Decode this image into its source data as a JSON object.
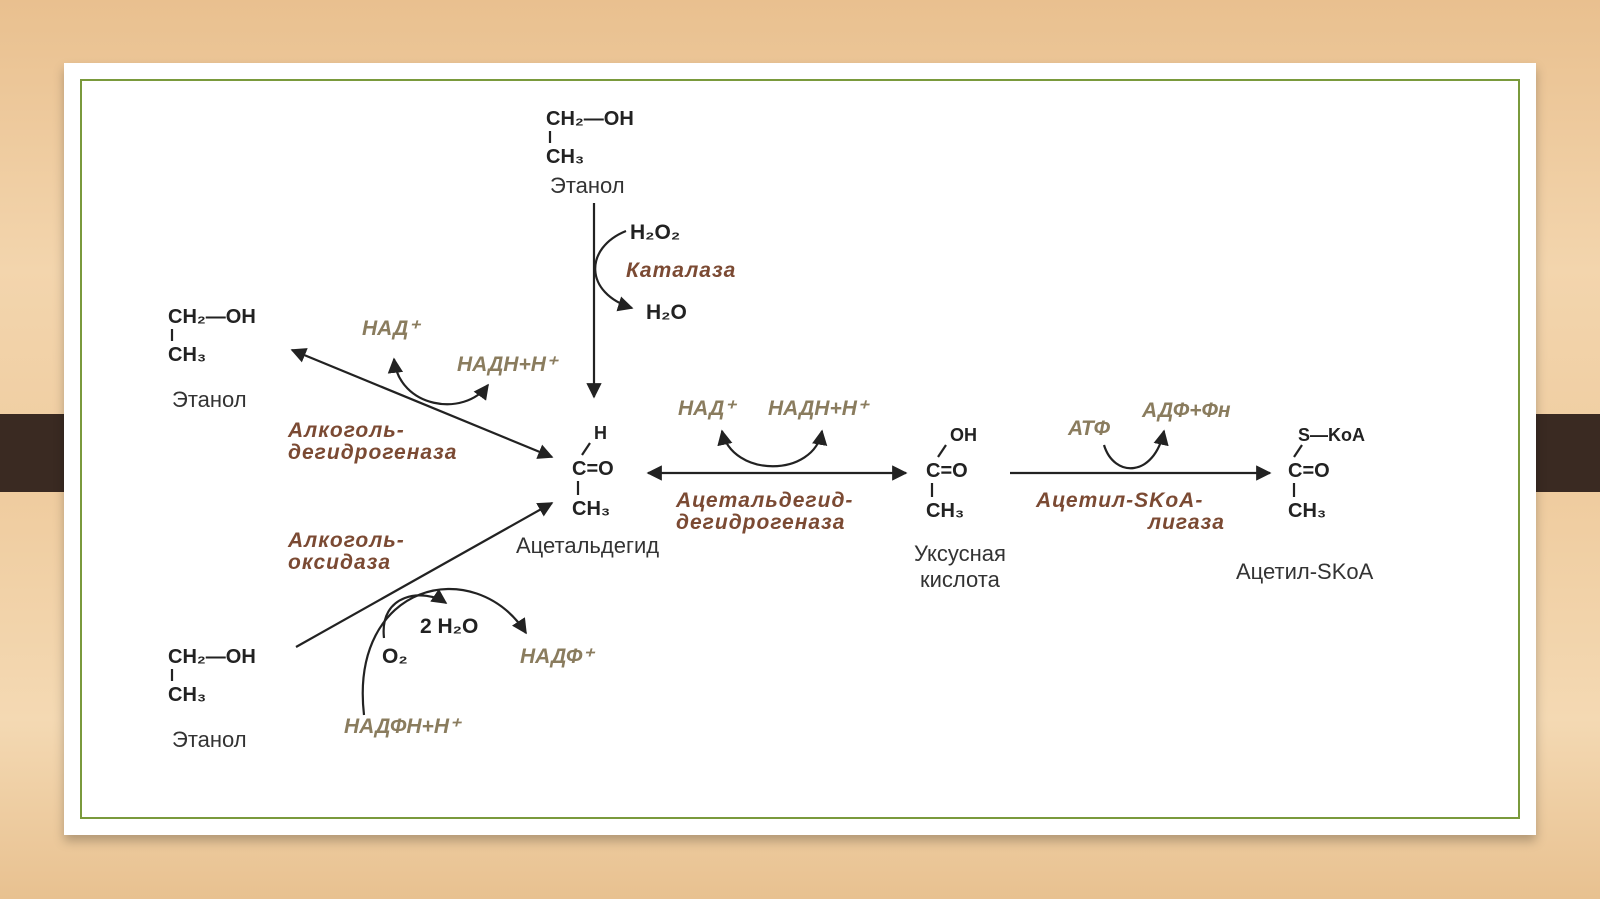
{
  "molecules": {
    "ethanol_top": {
      "line1": "CH₂—OH",
      "line2": "CH₃",
      "name": "Этанол"
    },
    "ethanol_left": {
      "line1": "CH₂—OH",
      "line2": "CH₃",
      "name": "Этанол"
    },
    "ethanol_bottom": {
      "line1": "CH₂—OH",
      "line2": "CH₃",
      "name": "Этанол"
    },
    "acetaldehyde": {
      "top": "H",
      "mid": "C=O",
      "bottom": "CH₃",
      "name": "Ацетальдегид"
    },
    "acetic_acid": {
      "top": "OH",
      "mid": "C=O",
      "bottom": "CH₃",
      "name1": "Уксусная",
      "name2": "кислота"
    },
    "acetyl_scoa": {
      "top": "S—KoA",
      "mid": "C=O",
      "bottom": "CH₃",
      "name": "Ацетил-SKoA"
    }
  },
  "reagents": {
    "h2o2": "H₂O₂",
    "h2o": "H₂O",
    "o2": "O₂",
    "two_h2o": "2 H₂O"
  },
  "cofactors": {
    "nad_left": "НАД⁺",
    "nadh_left": "НАДН+Н⁺",
    "nad_mid": "НАД⁺",
    "nadh_mid": "НАДН+Н⁺",
    "atp": "АТФ",
    "adp": "АДФ+Фн",
    "nadp": "НАДФ⁺",
    "nadph": "НАДФН+Н⁺"
  },
  "enzymes": {
    "catalase": "Каталаза",
    "adh_1": "Алкоголь-",
    "adh_2": "дегидрогеназа",
    "aox_1": "Алкоголь-",
    "aox_2": "оксидаза",
    "aldh_1": "Ацетальдегид-",
    "aldh_2": "дегидрогеназа",
    "acs_1": "Ацетил-SKoA-",
    "acs_2": "лигаза"
  },
  "colors": {
    "enzyme": "#7b4a33",
    "cofactor": "#8a7c5e",
    "frame": "#7a9a3c",
    "tab": "#3a2a22"
  }
}
